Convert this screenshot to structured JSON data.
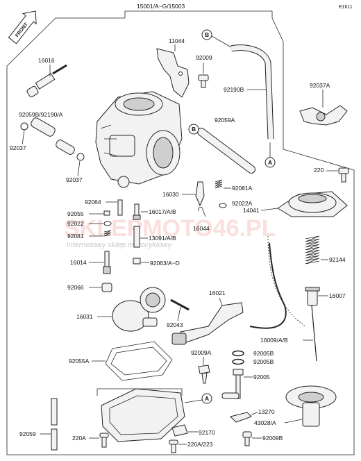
{
  "page_code": "E1611",
  "front_label": "FRONT",
  "assembly_number": "15001/A~G/15003",
  "watermark": {
    "brand": "SKLEPMOTO46.PL",
    "tagline": "internetowy sklep motocyklowy"
  },
  "ref_markers": {
    "A": "A",
    "B": "B"
  },
  "labels": {
    "l11044": "11044",
    "l92009": "92009",
    "l92190b": "92190B",
    "l92037a": "92037A",
    "l16016": "16016",
    "l92059b": "92059B/92190/A",
    "l92037": "92037",
    "l92037b": "92037",
    "l92059a": "92059A",
    "l220": "220",
    "l16030": "16030",
    "l92081a": "92081A",
    "l92064": "92064",
    "l92055": "92055",
    "l16017": "16017/A/B",
    "l14041": "14041",
    "l92022a": "92022A",
    "l16044": "16044",
    "l92022": "92022",
    "l92081": "92081",
    "l13091": "13091/A/B",
    "l16014": "16014",
    "l92063": "92063/A~D",
    "l92144": "92144",
    "l92066": "92066",
    "l16021": "16021",
    "l16007": "16007",
    "l16031": "16031",
    "l92043": "92043",
    "l16009": "16009/A/B",
    "l92009a": "92009A",
    "l92005b1": "92005B",
    "l92005b2": "92005B",
    "l92055a": "92055A",
    "l92005": "92005",
    "l13270": "13270",
    "l92059": "92059",
    "l43028": "43028/A",
    "l220a": "220A",
    "l92170": "92170",
    "l220a223": "220A/223",
    "l92009b": "92009B"
  }
}
